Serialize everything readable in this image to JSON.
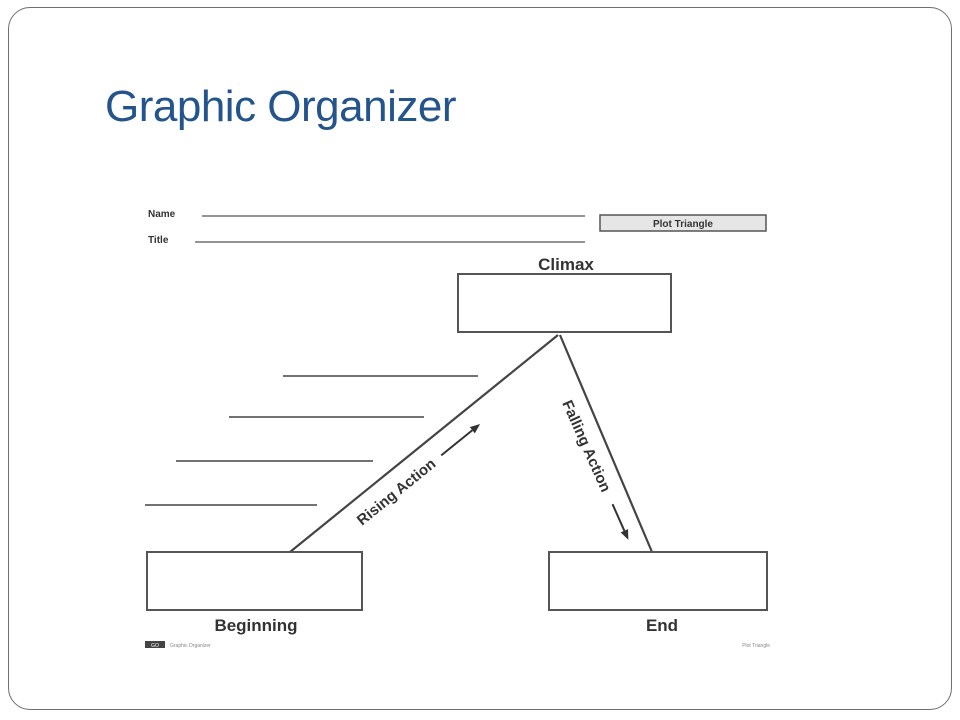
{
  "slide": {
    "title": "Graphic Organizer"
  },
  "worksheet": {
    "name_label": "Name",
    "title_label": "Title",
    "tag": "Plot Triangle",
    "climax": "Climax",
    "beginning": "Beginning",
    "end": "End",
    "rising_action": "Rising Action",
    "falling_action": "Falling Action",
    "footer_code": "GO",
    "footer_left": "Graphic Organizer",
    "footer_right": "Plot Triangle"
  },
  "colors": {
    "title": "#23558c",
    "frame": "#6f6f6f",
    "ink": "#333333"
  }
}
